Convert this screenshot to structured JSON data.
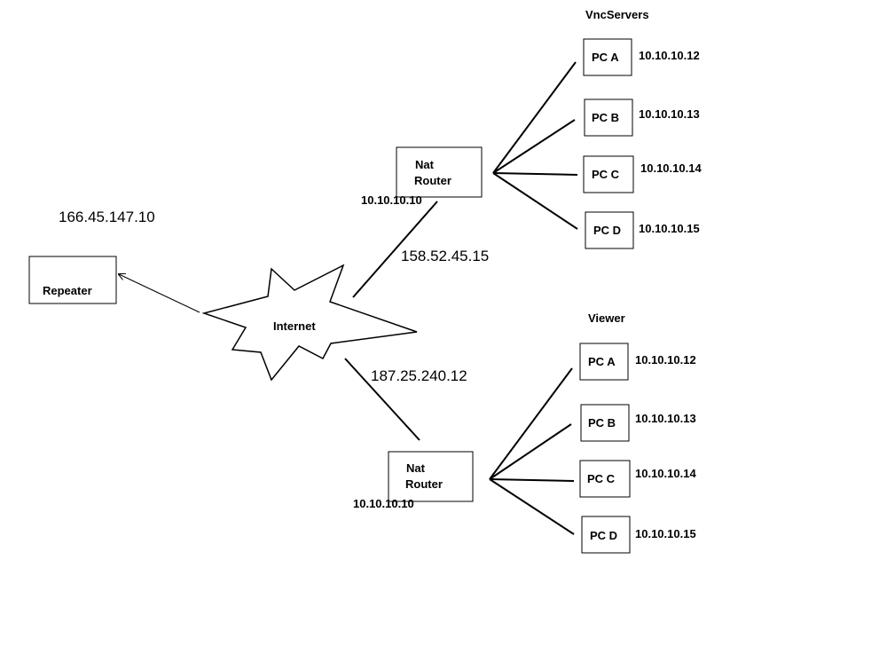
{
  "diagram": {
    "repeater": {
      "label": "Repeater",
      "ip": "166.45.147.10"
    },
    "internet": {
      "label": "Internet"
    },
    "links": {
      "top_wan_ip": "158.52.45.15",
      "bottom_wan_ip": "187.25.240.12"
    },
    "top_group": {
      "title": "VncServers",
      "router": {
        "line1": "Nat",
        "line2": "Router",
        "ip": "10.10.10.10"
      },
      "pcs": [
        {
          "label": "PC A",
          "ip": "10.10.10.12"
        },
        {
          "label": "PC B",
          "ip": "10.10.10.13"
        },
        {
          "label": "PC C",
          "ip": "10.10.10.14"
        },
        {
          "label": "PC D",
          "ip": "10.10.10.15"
        }
      ]
    },
    "bottom_group": {
      "title": "Viewer",
      "router": {
        "line1": "Nat",
        "line2": "Router",
        "ip": "10.10.10.10"
      },
      "pcs": [
        {
          "label": "PC A",
          "ip": "10.10.10.12"
        },
        {
          "label": "PC B",
          "ip": "10.10.10.13"
        },
        {
          "label": "PC C",
          "ip": "10.10.10.14"
        },
        {
          "label": "PC D",
          "ip": "10.10.10.15"
        }
      ]
    }
  }
}
